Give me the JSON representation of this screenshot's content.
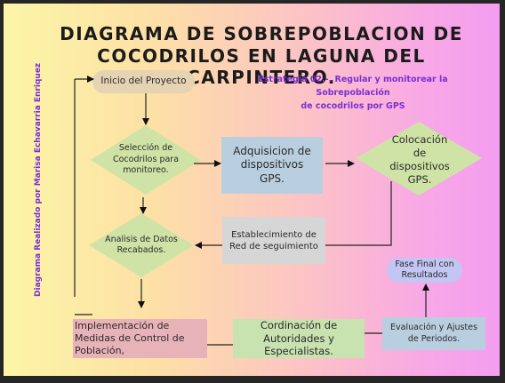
{
  "title_line1": "DIAGRAMA DE SOBREPOBLACION DE",
  "title_line2": "COCODRILOS EN LAGUNA DEL CARPINTERO.",
  "strategy_line1": "Estrategia 02.-. Regular y monitorear la Sobrepoblación",
  "strategy_line2": "de cocodrilos por GPS",
  "side_label": "Diagrama Realizado por Marisa Echavarria Enriquez",
  "nodes": {
    "inicio": "Inicio del Proyecto",
    "seleccion": "Selección de Cocodrilos para monitoreo.",
    "adquisicion": "Adquisicion de dispositivos GPS.",
    "colocacion": "Colocación de dispositivos GPS.",
    "analisis": "Analisis de Datos Recabados.",
    "red": "Establecimiento de Red de seguimiento",
    "fase_final": "Fase Final con Resultados",
    "implementacion": "Implementación de Medidas de Control de Población,",
    "coordinacion": "Cordinación de Autoridades y Especialistas.",
    "evaluacion": "Evaluación y Ajustes de Periodos."
  },
  "colors": {
    "diamond": "#cfe3a6",
    "blue_box": "#b9cfe0",
    "gray_box": "#d6d6d6",
    "pink_box": "#e8b3b8",
    "green_box": "#c8e2b0",
    "oval_start": "#e5d3b4",
    "oval_end": "#c2c6f2",
    "accent_purple": "#7b2fd3"
  }
}
